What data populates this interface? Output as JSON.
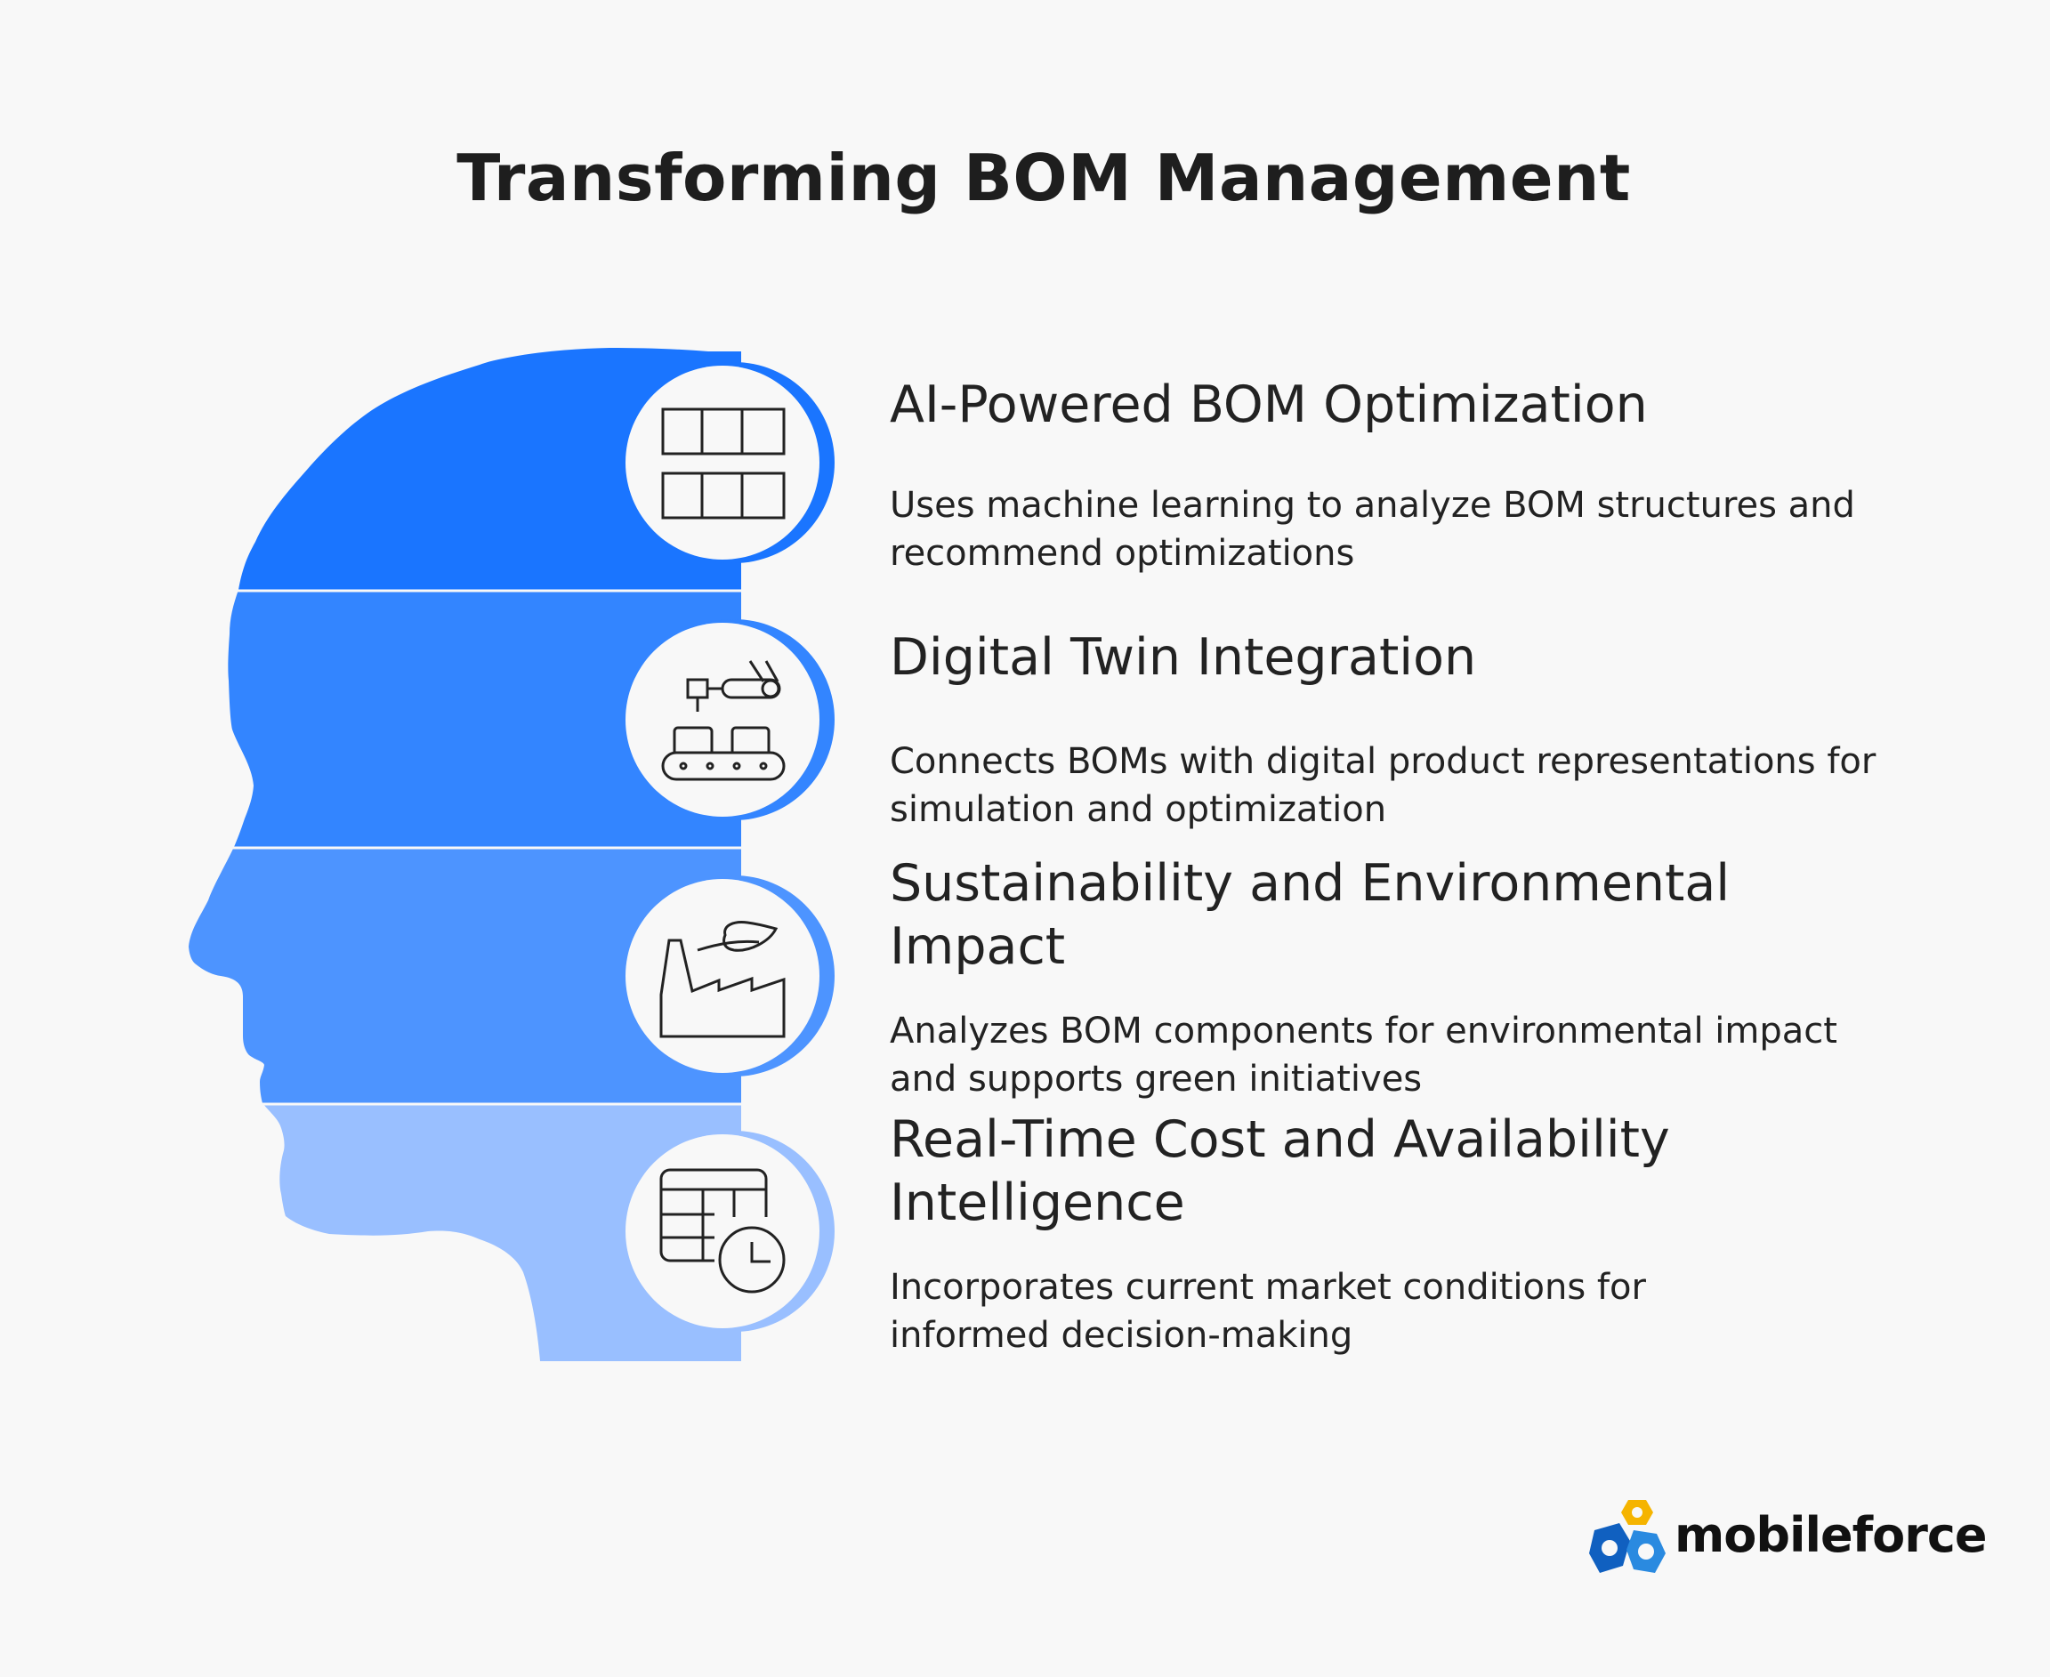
{
  "title": "Transforming BOM Management",
  "items": [
    {
      "heading": "AI-Powered BOM Optimization",
      "description": "Uses machine learning to analyze BOM structures and recommend optimizations",
      "icon": "grid-blocks-icon",
      "color": "#1a75ff"
    },
    {
      "heading": "Digital Twin Integration",
      "description": "Connects BOMs with digital product representations for simulation and optimization",
      "icon": "conveyor-robot-icon",
      "color": "#3385ff"
    },
    {
      "heading": "Sustainability and Environmental Impact",
      "description": "Analyzes BOM components for environmental impact and supports green initiatives",
      "icon": "factory-leaf-icon",
      "color": "#4d94ff"
    },
    {
      "heading": "Real-Time Cost and Availability Intelligence",
      "description": "Incorporates current market conditions for informed decision-making",
      "icon": "table-clock-icon",
      "color": "#99bfff"
    }
  ],
  "logo": {
    "text": "mobileforce"
  }
}
